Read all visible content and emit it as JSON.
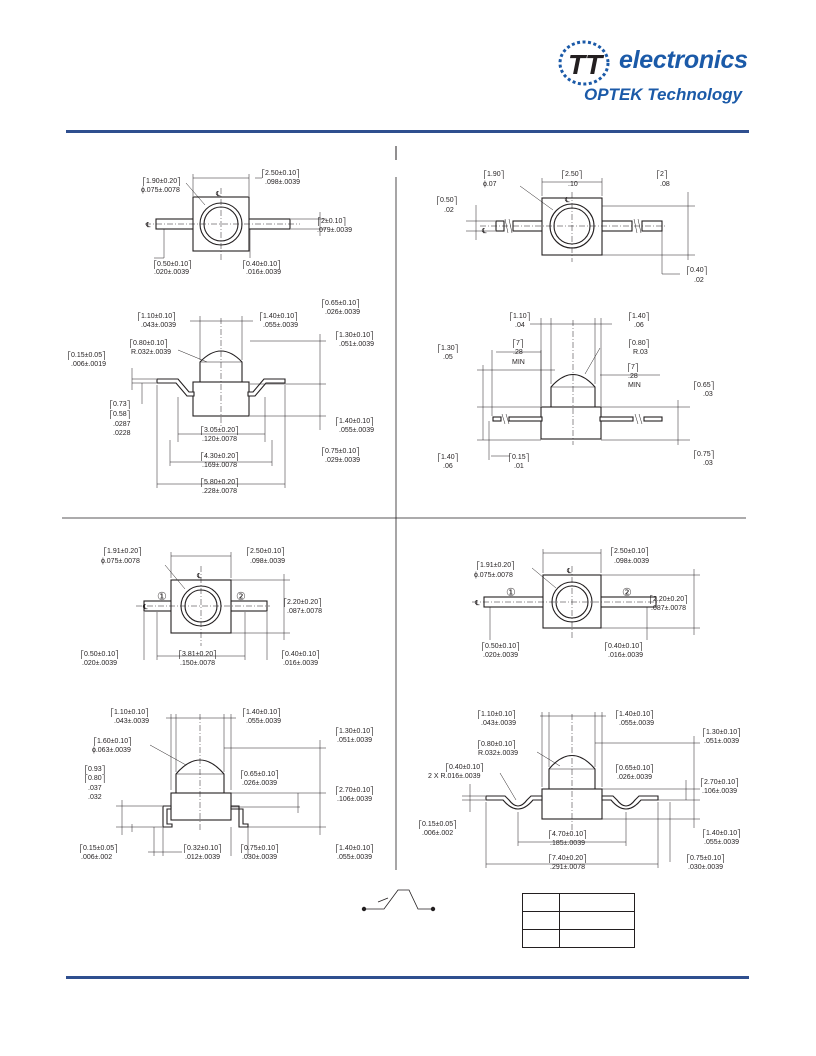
{
  "header": {
    "logo_mark": "TT",
    "logo_word": "electronics",
    "logo_sub": "OPTEK Technology",
    "brand_color": "#1b5aa8",
    "rule_color": "#2f4f8f"
  },
  "icons": [
    "tt-electronics-logo",
    "schematic-switch-icon"
  ],
  "center_line_symbol": "℄",
  "quad1": {
    "top": [
      "1.90±0.20",
      "ɸ.075±.0078",
      "2.50±0.10",
      ".098±.0039",
      "2±0.10",
      ".079±.0039",
      "0.50±0.10",
      ".020±.0039",
      "0.40±0.10",
      ".016±.0039"
    ],
    "side": [
      "1.10±0.10",
      ".043±.0039",
      "1.40±0.10",
      ".055±.0039",
      "0.65±0.10",
      ".026±.0039",
      "0.80±0.10",
      "R.032±.0039",
      "1.30±0.10",
      ".051±.0039",
      "0.15±0.05",
      ".006±.0019",
      "0.73",
      "0.58",
      ".0287",
      ".0228",
      "3.05±0.20",
      ".120±.0078",
      "1.40±0.10",
      ".055±.0039",
      "4.30±0.20",
      ".169±.0078",
      "0.75±0.10",
      ".029±.0039",
      "5.80±0.20",
      ".228±.0078"
    ]
  },
  "quad2": {
    "top": [
      "1.90",
      "ɸ.07",
      "2.50",
      ".10",
      "2",
      ".08",
      "0.50",
      ".02",
      "0.40",
      ".02"
    ],
    "side": [
      "1.10",
      ".04",
      "1.40",
      ".06",
      "1.30",
      ".05",
      "7",
      ".28",
      "MIN",
      "0.80",
      "R.03",
      "7",
      ".28",
      "MIN",
      "0.65",
      ".03",
      "1.40",
      ".06",
      "0.15",
      ".01",
      "0.75",
      ".03"
    ]
  },
  "quad3": {
    "pins": [
      "①",
      "②"
    ],
    "top": [
      "1.91±0.20",
      "ɸ.075±.0078",
      "2.50±0.10",
      ".098±.0039",
      "2.20±0.20",
      ".087±.0078",
      "0.50±0.10",
      ".020±.0039",
      "3.81±0.20",
      ".150±.0078",
      "0.40±0.10",
      ".016±.0039"
    ],
    "side": [
      "1.10±0.10",
      ".043±.0039",
      "1.40±0.10",
      ".055±.0039",
      "1.60±0.10",
      "ɸ.063±.0039",
      "1.30±0.10",
      ".051±.0039",
      "0.93",
      "0.80",
      ".037",
      ".032",
      "0.65±0.10",
      ".026±.0039",
      "2.70±0.10",
      ".106±.0039",
      "0.15±0.05",
      ".006±.002",
      "0.32±0.10",
      ".012±.0039",
      "0.75±0.10",
      ".030±.0039",
      "1.40±0.10",
      ".055±.0039"
    ]
  },
  "quad4": {
    "pins": [
      "①",
      "②"
    ],
    "top": [
      "1.91±0.20",
      "ɸ.075±.0078",
      "2.50±0.10",
      ".098±.0039",
      "2.20±0.20",
      ".087±.0078",
      "0.50±0.10",
      ".020±.0039",
      "0.40±0.10",
      ".016±.0039"
    ],
    "side": [
      "1.10±0.10",
      ".043±.0039",
      "1.40±0.10",
      ".055±.0039",
      "1.30±0.10",
      ".051±.0039",
      "0.80±0.10",
      "R.032±.0039",
      "0.65±0.10",
      ".026±.0039",
      "0.40±0.10",
      "2 X R.016±.0039",
      "2.70±0.10",
      ".106±.0039",
      "0.15±0.05",
      ".006±.002",
      "4.70±0.10",
      ".185±.0039",
      "1.40±0.10",
      ".055±.0039",
      "7.40±0.20",
      ".291±.0078",
      "0.75±0.10",
      ".030±.0039"
    ]
  },
  "table": {
    "rows": [
      [
        "",
        ""
      ],
      [
        "",
        ""
      ],
      [
        "",
        ""
      ]
    ]
  }
}
